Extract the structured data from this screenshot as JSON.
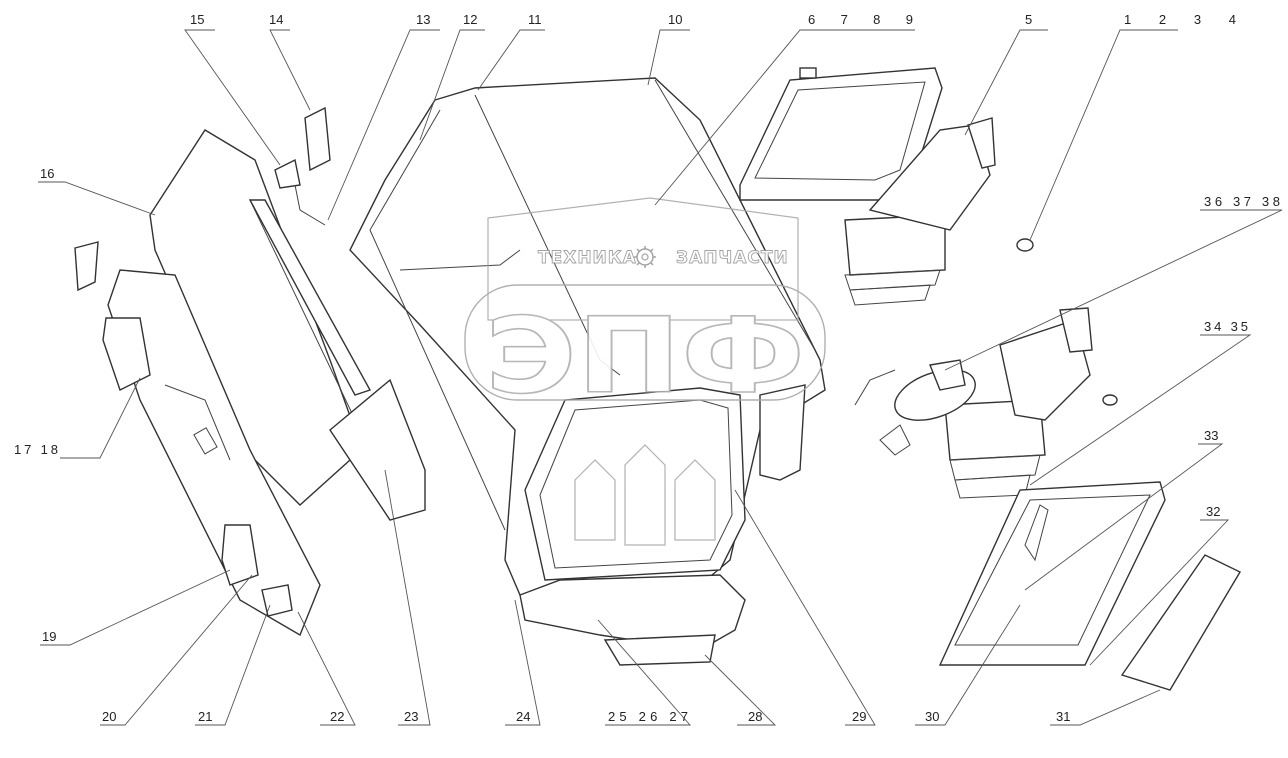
{
  "watermark": {
    "brand_left": "ТЕХНИКА",
    "brand_right": "ЗАПЧАСТИ",
    "logo_letters": "ЭПФ",
    "gear_icon": "gear-icon"
  },
  "labels": {
    "l1_4": "1 2 3 4",
    "l5": "5",
    "l6_9": "6 7 8 9",
    "l10": "10",
    "l11": "11",
    "l12": "12",
    "l13": "13",
    "l14": "14",
    "l15": "15",
    "l16": "16",
    "l17_18": "17 18",
    "l19": "19",
    "l20": "20",
    "l21": "21",
    "l22": "22",
    "l23": "23",
    "l24": "24",
    "l25_27": "25 26 27",
    "l28": "28",
    "l29": "29",
    "l30": "30",
    "l31": "31",
    "l32": "32",
    "l33": "33",
    "l34_35": "34 35",
    "l36_38": "36 37 38"
  },
  "colors": {
    "line": "#333333",
    "label": "#222222",
    "watermark_outline": "#9a9a9a"
  }
}
